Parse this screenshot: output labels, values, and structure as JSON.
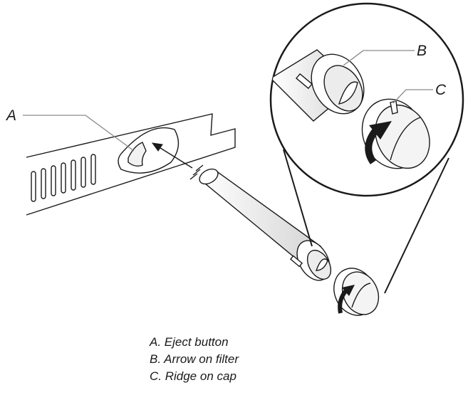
{
  "callouts": [
    {
      "letter": "A"
    },
    {
      "letter": "B"
    },
    {
      "letter": "C"
    }
  ],
  "legend": [
    {
      "text": "A. Eject button"
    },
    {
      "text": "B. Arrow on filter"
    },
    {
      "text": "C. Ridge on cap"
    }
  ],
  "colors": {
    "line": "#1a1a1a",
    "leader": "#8a8a8a",
    "background": "#ffffff"
  },
  "icons": [
    "rotation-arrow-icon",
    "insert-arrow-icon"
  ]
}
